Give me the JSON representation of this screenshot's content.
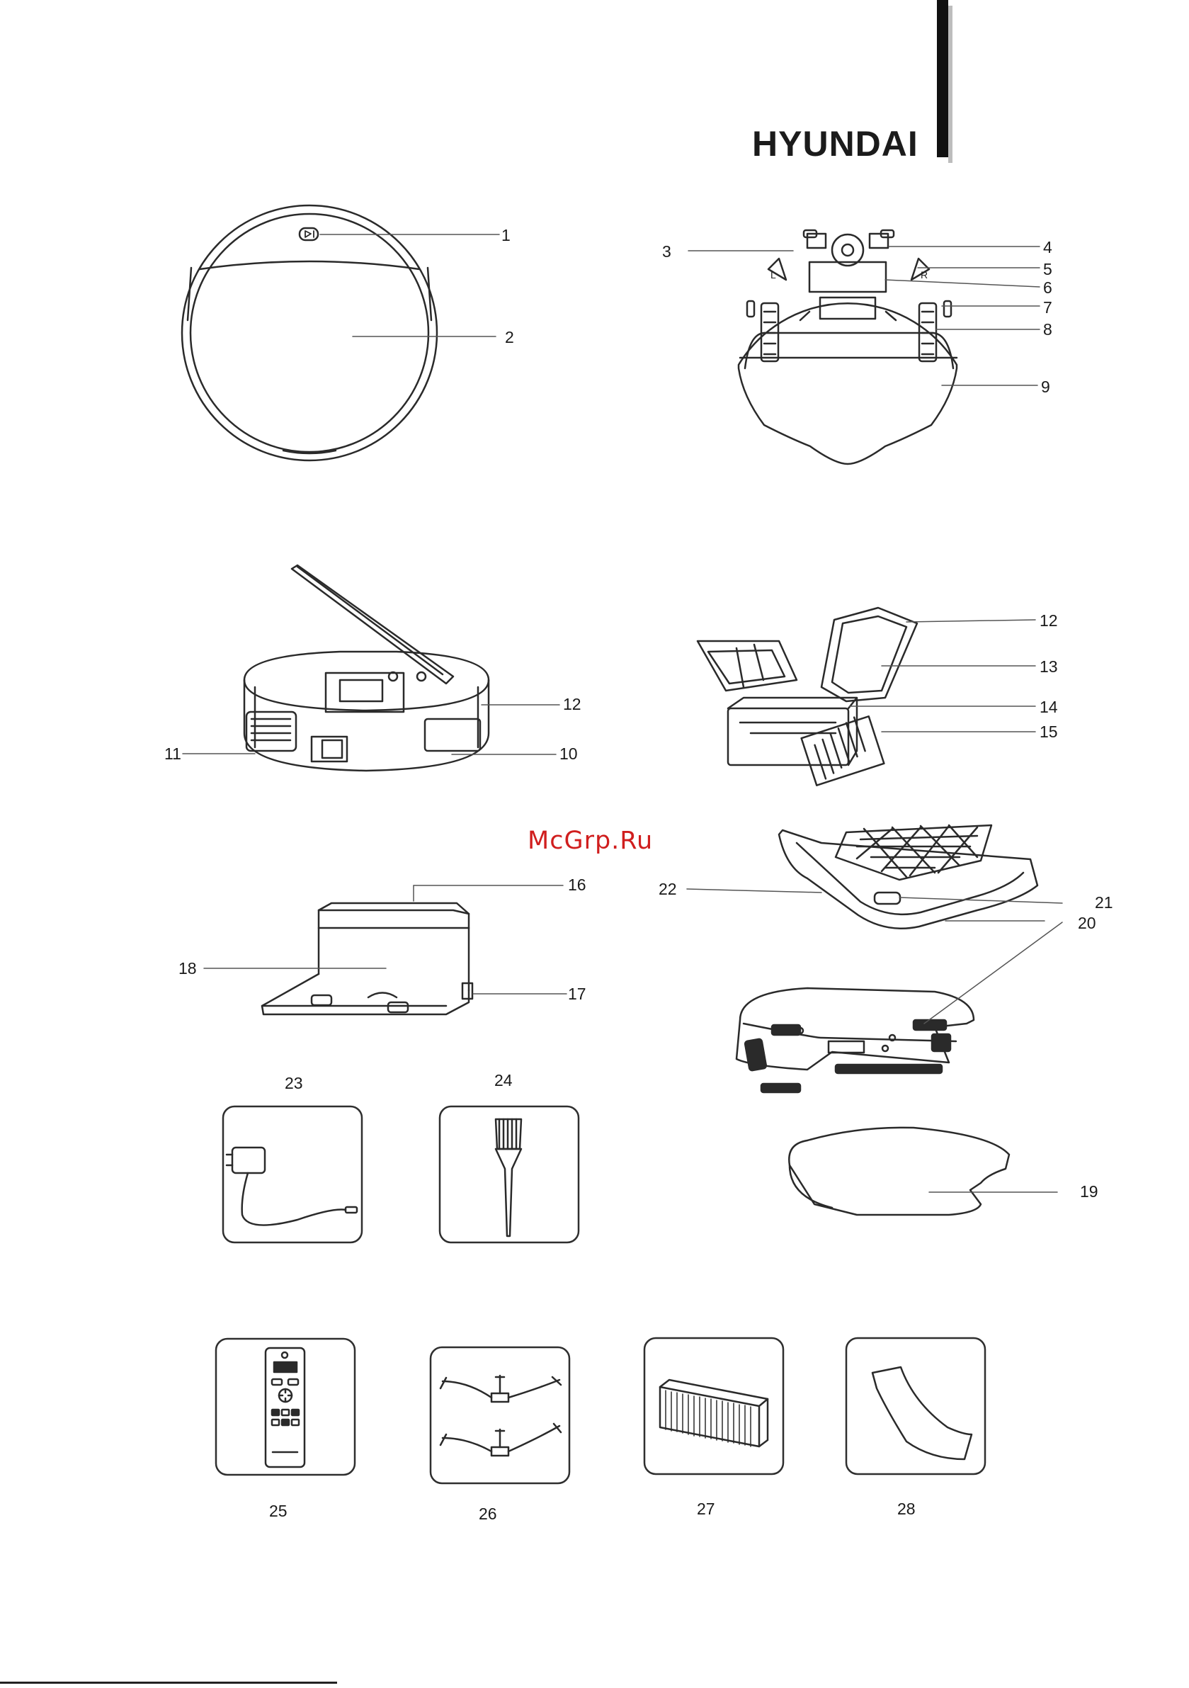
{
  "brand": "HYUNDAI",
  "watermark": "McGrp.Ru",
  "callouts": {
    "c1": "1",
    "c2": "2",
    "c3": "3",
    "c4": "4",
    "c5": "5",
    "c6": "6",
    "c7": "7",
    "c8": "8",
    "c9": "9",
    "c10": "10",
    "c11": "11",
    "c12a": "12",
    "c12b": "12",
    "c13": "13",
    "c14": "14",
    "c15": "15",
    "c16": "16",
    "c17": "17",
    "c18": "18",
    "c19": "19",
    "c20": "20",
    "c21": "21",
    "c22": "22",
    "c23": "23",
    "c24": "24",
    "c25": "25",
    "c26": "26",
    "c27": "27",
    "c28": "28"
  },
  "wheel_marks": {
    "left": "L",
    "right": "R"
  }
}
